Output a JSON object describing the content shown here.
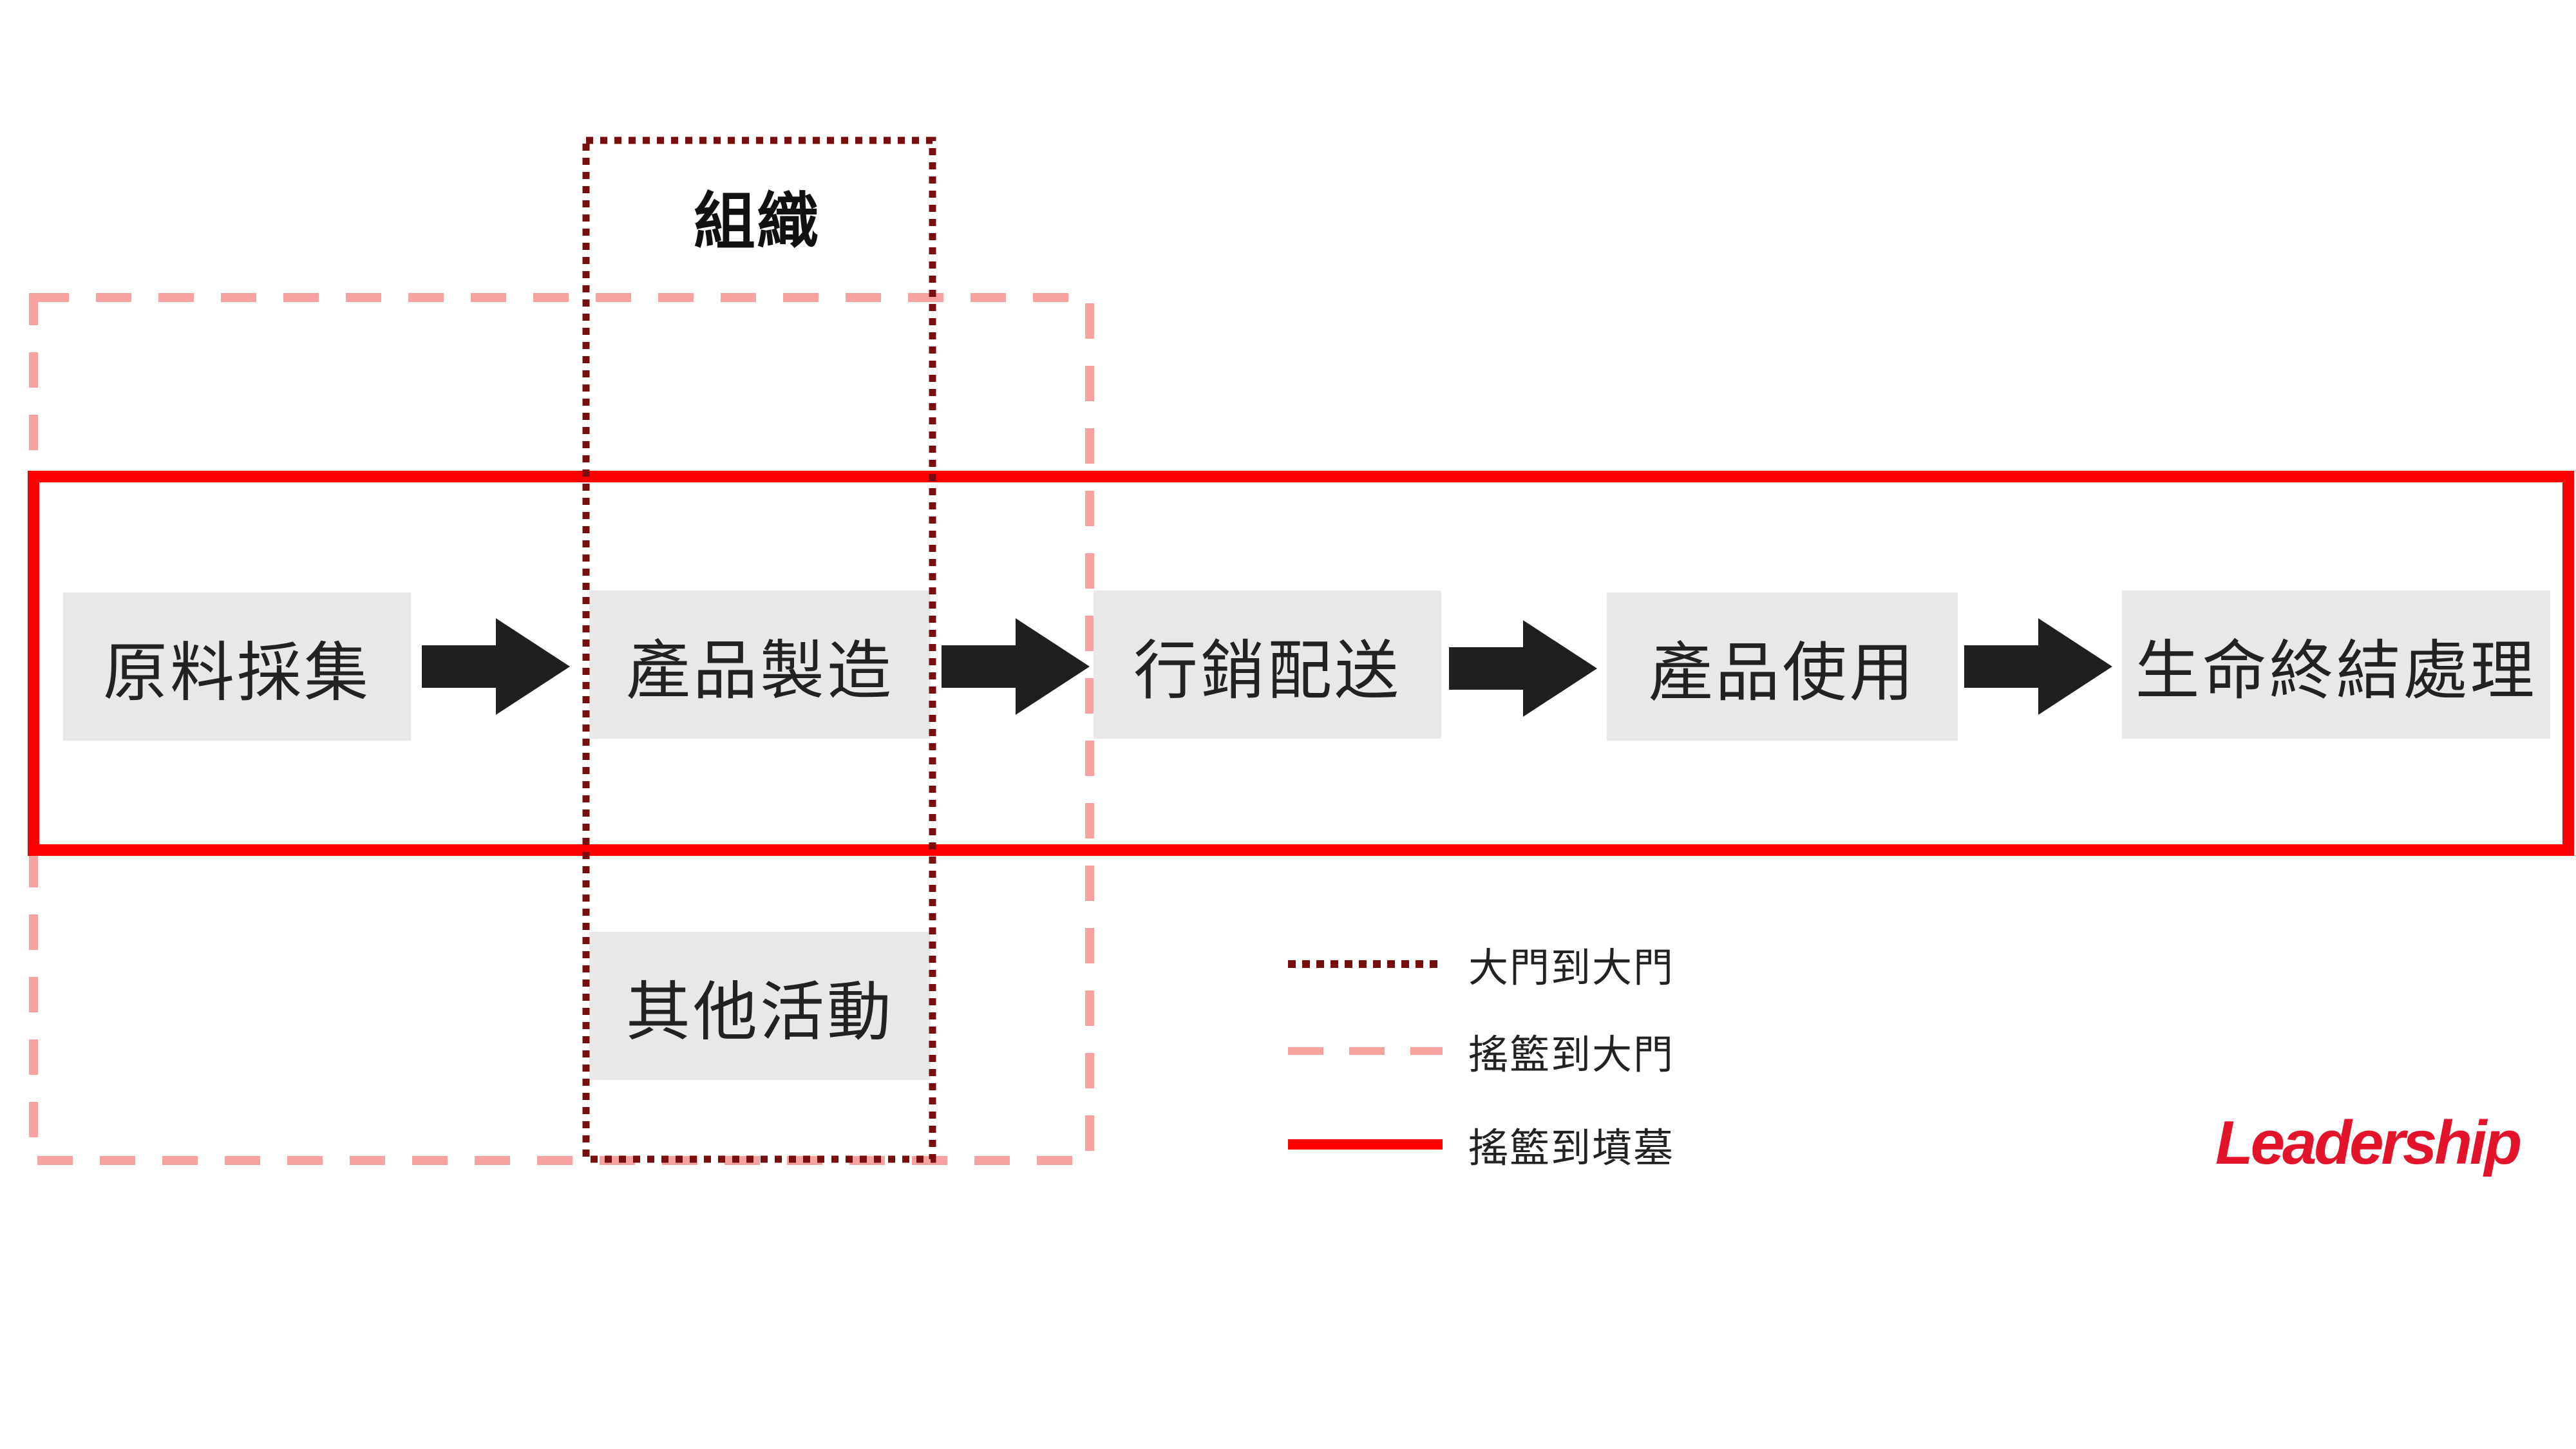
{
  "organization": {
    "title": "組織"
  },
  "stages": [
    {
      "id": "raw-material",
      "label": "原料採集"
    },
    {
      "id": "manufacturing",
      "label": "產品製造"
    },
    {
      "id": "distribution",
      "label": "行銷配送"
    },
    {
      "id": "product-use",
      "label": "產品使用"
    },
    {
      "id": "end-of-life",
      "label": "生命終結處理"
    }
  ],
  "other_activities": {
    "label": "其他活動"
  },
  "legend": [
    {
      "style": "dotted",
      "color": "#7a0e0e",
      "label": "大門到大門"
    },
    {
      "style": "dashed",
      "color": "#f7a1a1",
      "label": "搖籃到大門"
    },
    {
      "style": "solid",
      "color": "#ff0000",
      "label": "搖籃到墳墓"
    }
  ],
  "colors": {
    "gate_to_gate": "#7a0e0e",
    "cradle_to_gate": "#f7a1a1",
    "cradle_to_grave": "#ff0000",
    "stage_fill": "#e8e8e8",
    "arrow": "#1f1f1f"
  },
  "logo": {
    "text": "Leadership"
  }
}
